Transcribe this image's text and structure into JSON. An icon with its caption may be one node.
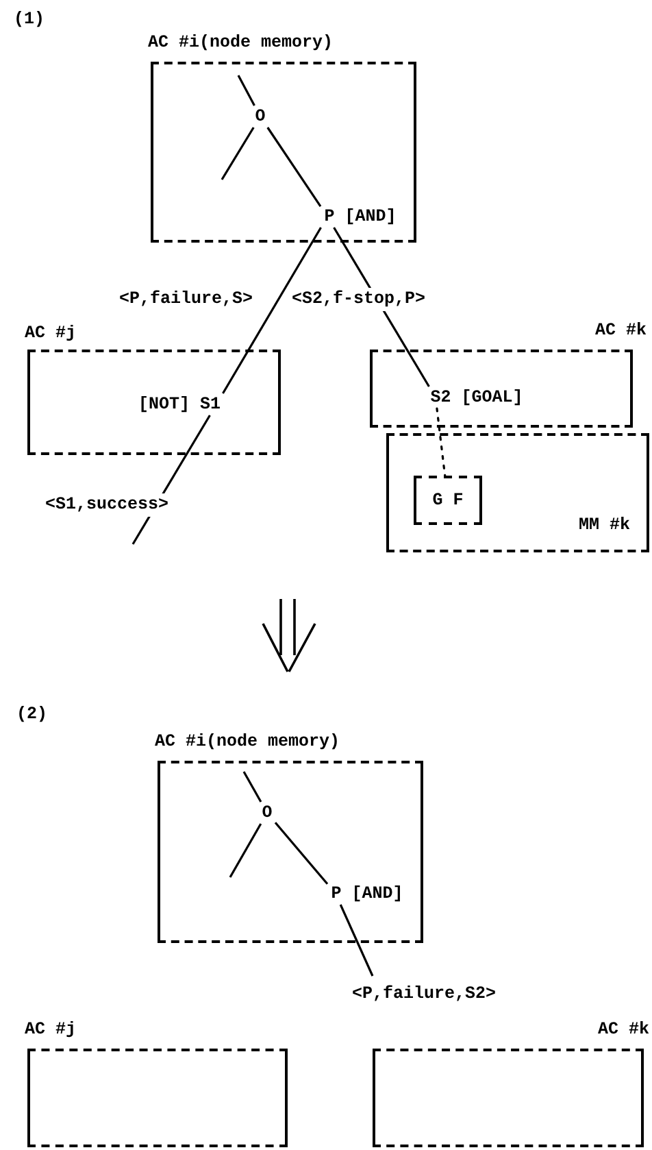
{
  "diagram": {
    "nodes": [
      {
        "text": [
          "AC #i(node memory)"
        ]
      },
      {
        "text": [
          "O"
        ],
        "in": 0
      },
      {
        "text": [
          "P [AND]"
        ],
        "in": 0
      },
      {
        "text": [
          "AC #j"
        ]
      },
      {
        "text": [
          "[NOT] S1"
        ],
        "in": 3
      },
      {
        "text": [
          "AC #k"
        ]
      },
      {
        "text": [
          "S2 [GOAL]"
        ],
        "in": 5
      },
      {
        "text": [
          "MM #k"
        ]
      },
      {
        "text": [
          "G F"
        ],
        "in": 7
      },
      {
        "text": [
          "AC #i(node memory)"
        ]
      },
      {
        "text": [
          "O"
        ],
        "in": 9
      },
      {
        "text": [
          "P [AND]"
        ],
        "in": 9
      },
      {
        "text": [
          "AC #j"
        ]
      },
      {
        "text": [
          "AC #k"
        ]
      }
    ],
    "edges": [
      {
        "from": null,
        "to": 1,
        "arrow": "none"
      },
      {
        "from": 1,
        "to": null,
        "arrow": "none"
      },
      {
        "from": 1,
        "to": 2,
        "arrow": "none"
      },
      {
        "from": 2,
        "to": 4,
        "arrow": "none",
        "label": "<P,failure,S>"
      },
      {
        "from": 2,
        "to": 6,
        "arrow": "none",
        "label": "<S2,f-stop,P>"
      },
      {
        "from": 4,
        "to": null,
        "arrow": "none",
        "label": "<S1,success>"
      },
      {
        "from": 6,
        "to": 8,
        "arrow": "none",
        "style": "dashed"
      },
      {
        "from": null,
        "to": 10,
        "arrow": "none"
      },
      {
        "from": 10,
        "to": null,
        "arrow": "none"
      },
      {
        "from": 10,
        "to": 11,
        "arrow": "none"
      },
      {
        "from": 11,
        "to": null,
        "arrow": "none",
        "label": "<P,failure,S2>"
      }
    ],
    "labels": [
      "(1)",
      "(2)"
    ]
  }
}
